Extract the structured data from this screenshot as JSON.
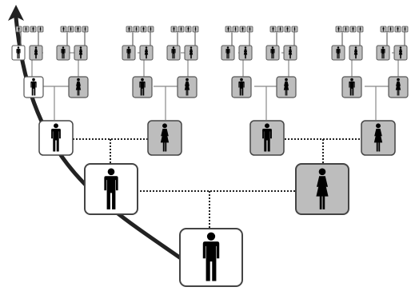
{
  "diagram": {
    "type": "ancestry-tree",
    "generations": [
      {
        "level": 1,
        "people": [
          {
            "sex": "male"
          }
        ]
      },
      {
        "level": 2,
        "people": [
          {
            "sex": "male"
          },
          {
            "sex": "female"
          }
        ]
      },
      {
        "level": 3,
        "people": [
          {
            "sex": "male"
          },
          {
            "sex": "female"
          },
          {
            "sex": "male"
          },
          {
            "sex": "female"
          }
        ]
      },
      {
        "level": 4,
        "people": [
          {
            "sex": "male"
          },
          {
            "sex": "female"
          },
          {
            "sex": "male"
          },
          {
            "sex": "female"
          },
          {
            "sex": "male"
          },
          {
            "sex": "female"
          },
          {
            "sex": "male"
          },
          {
            "sex": "female"
          }
        ]
      },
      {
        "level": 5,
        "people": [
          {
            "sex": "male"
          },
          {
            "sex": "female"
          },
          {
            "sex": "male"
          },
          {
            "sex": "female"
          },
          {
            "sex": "male"
          },
          {
            "sex": "female"
          },
          {
            "sex": "male"
          },
          {
            "sex": "female"
          },
          {
            "sex": "male"
          },
          {
            "sex": "female"
          },
          {
            "sex": "male"
          },
          {
            "sex": "female"
          },
          {
            "sex": "male"
          },
          {
            "sex": "female"
          },
          {
            "sex": "male"
          },
          {
            "sex": "female"
          }
        ]
      },
      {
        "level": 6,
        "count": 32,
        "sex": "mixed"
      }
    ],
    "arrow_icon": "curved-up-arrow",
    "colors": {
      "line": "#222222",
      "box_border": "#444444",
      "male_box_fill": "#ffffff",
      "ancestor_box_fill": "#bdbdbd",
      "figure": "#000000"
    }
  }
}
